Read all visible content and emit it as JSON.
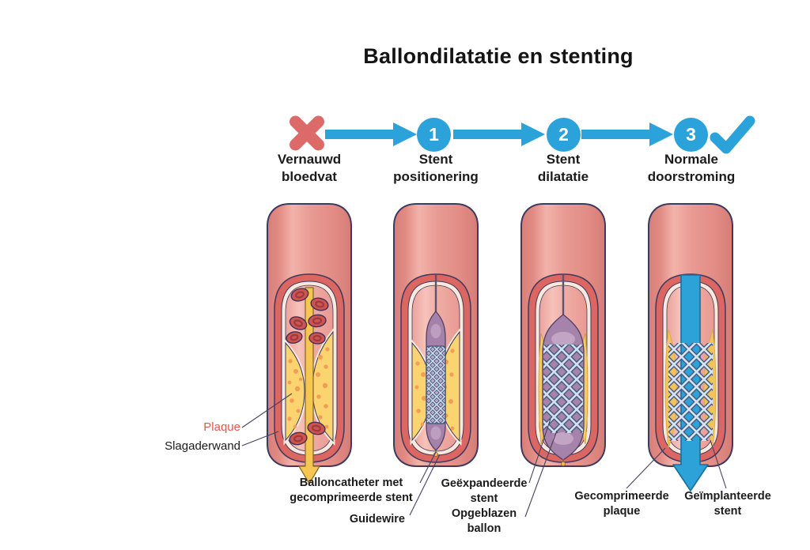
{
  "title": "Ballondilatatie en stenting",
  "colors": {
    "accent_blue": "#2ba3da",
    "alert_red": "#dc6a68",
    "plaque_label_red": "#e2574c",
    "text": "#1b1b1b",
    "vessel_pink": "#e89a92",
    "vessel_wall_red": "#dc6661",
    "plaque_yellow": "#fbd46f",
    "balloon_purple": "#a581a9",
    "stent_blue": "#cfe1f0",
    "flow_arrow_yellow": "#f6c653"
  },
  "steps": [
    {
      "id": "vernauwd-bloedvat",
      "icon": "x-mark-icon",
      "label": [
        "Vernauwd",
        "bloedvat"
      ]
    },
    {
      "id": "stent-positionering",
      "badge": "1",
      "label": [
        "Stent",
        "positionering"
      ]
    },
    {
      "id": "stent-dilatatie",
      "badge": "2",
      "label": [
        "Stent",
        "dilatatie"
      ]
    },
    {
      "id": "normale-doorstroming",
      "badge": "3",
      "icon": "check-icon",
      "label": [
        "Normale",
        "doorstroming"
      ]
    }
  ],
  "annotations": {
    "plaque": "Plaque",
    "slagaderwand": "Slagaderwand",
    "balloncatheter": [
      "Balloncatheter met",
      "gecomprimeerde stent"
    ],
    "guidewire": "Guidewire",
    "geexpandeerde_stent": [
      "Geëxpandeerde",
      "stent"
    ],
    "opgeblazen_ballon": [
      "Opgeblazen",
      "ballon"
    ],
    "gecomprimeerde_plaque": [
      "Gecomprimeerde",
      "plaque"
    ],
    "geimplanteerde_stent": [
      "Geïmplanteerde",
      "stent"
    ]
  },
  "icons": {
    "blocked": "x-mark-icon",
    "success": "check-icon",
    "flow_restricted": "yellow-down-arrow-icon",
    "flow_normal": "blue-down-arrow-icon",
    "step_connector": "arrow-right-icon"
  }
}
